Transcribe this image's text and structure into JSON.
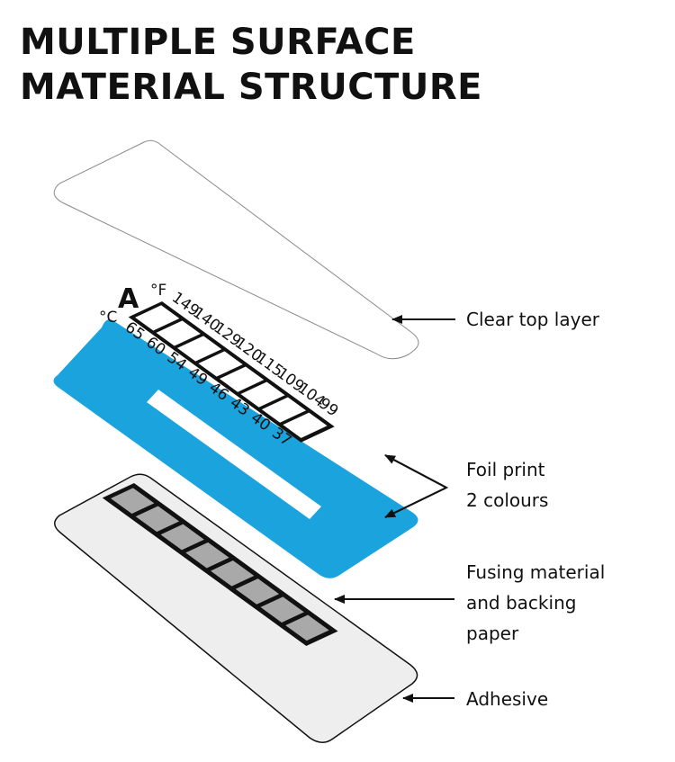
{
  "title": {
    "line1": "MULTIPLE SURFACE",
    "line2": "MATERIAL STRUCTURE"
  },
  "indicator": {
    "letter": "A",
    "unit_c": "°C",
    "unit_f": "°F",
    "celsius": [
      "65",
      "60",
      "54",
      "49",
      "46",
      "43",
      "40",
      "37"
    ],
    "fahrenheit": [
      "149",
      "140",
      "129",
      "120",
      "115",
      "109",
      "104",
      "99"
    ]
  },
  "labels": {
    "clear_top": "Clear top layer",
    "foil_line1": "Foil print",
    "foil_line2": "2 colours",
    "fusing_line1": "Fusing material",
    "fusing_line2": "and backing",
    "fusing_line3": "paper",
    "adhesive": "Adhesive"
  },
  "colors": {
    "foil_blue": "#1ba3dd",
    "backing_fill": "#eeeeee",
    "cell_grey": "#a9a9a9",
    "ink": "#111111"
  }
}
